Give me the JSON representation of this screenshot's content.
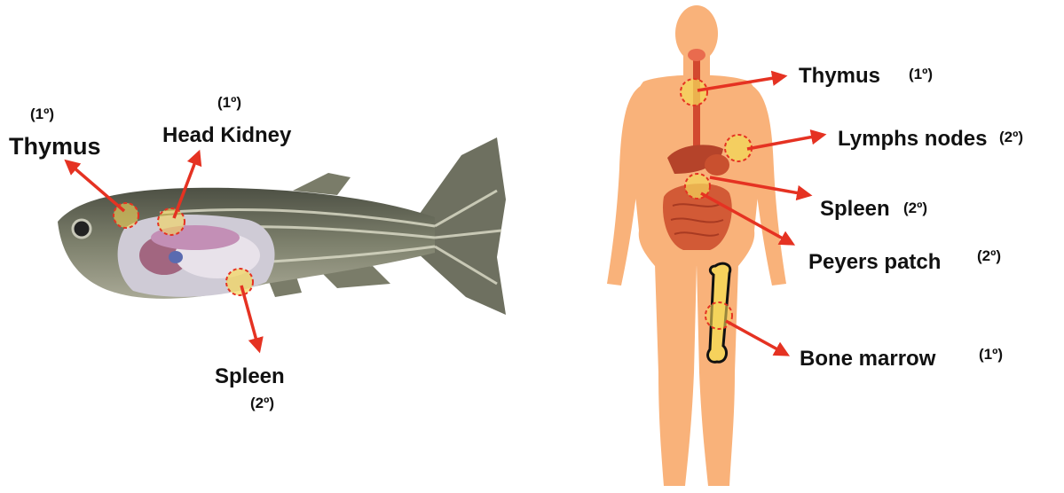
{
  "fish": {
    "thymus": {
      "label": "Thymus",
      "order": "(1º)"
    },
    "head_kidney": {
      "label": "Head Kidney",
      "order": "(1º)"
    },
    "spleen": {
      "label": "Spleen",
      "order": "(2º)"
    }
  },
  "human": {
    "thymus": {
      "label": "Thymus",
      "order": "(1º)"
    },
    "lymph_nodes": {
      "label": "Lymphs nodes",
      "order": "(2º)"
    },
    "spleen": {
      "label": "Spleen",
      "order": "(2º)"
    },
    "peyers_patch": {
      "label": "Peyers patch",
      "order": "(2º)"
    },
    "bone_marrow": {
      "label": "Bone marrow",
      "order": "(1º)"
    }
  },
  "colors": {
    "arrow": "#e53222",
    "marker_fill": "#f3d55a",
    "marker_ring": "#e53222",
    "human_skin": "#f9b27a",
    "fish_body": "#6f7260"
  }
}
